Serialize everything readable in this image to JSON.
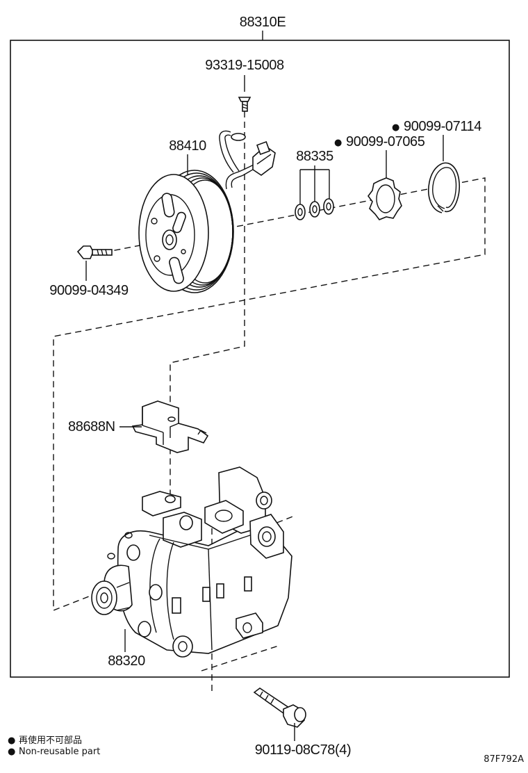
{
  "assembly": {
    "part_number": "88310E"
  },
  "parts": {
    "screw_top": "93319-15008",
    "magnetic_clutch": "88410",
    "shims": "88335",
    "snap_ring_inner": "90099-07065",
    "snap_ring_outer": "90099-07114",
    "bolt_clutch": "90099-04349",
    "bracket": "88688N",
    "compressor": "88320",
    "mount_bolt": "90119-08C78(4)"
  },
  "legend": {
    "marker": "●",
    "japanese": "再使用不可部品",
    "english": "Non-reusable part",
    "non_reusable_parts": [
      "90099-07065",
      "90099-07114"
    ]
  },
  "diagram_id": "87F792A",
  "icons": {
    "non_reusable_marker": "filled-circle-icon"
  }
}
